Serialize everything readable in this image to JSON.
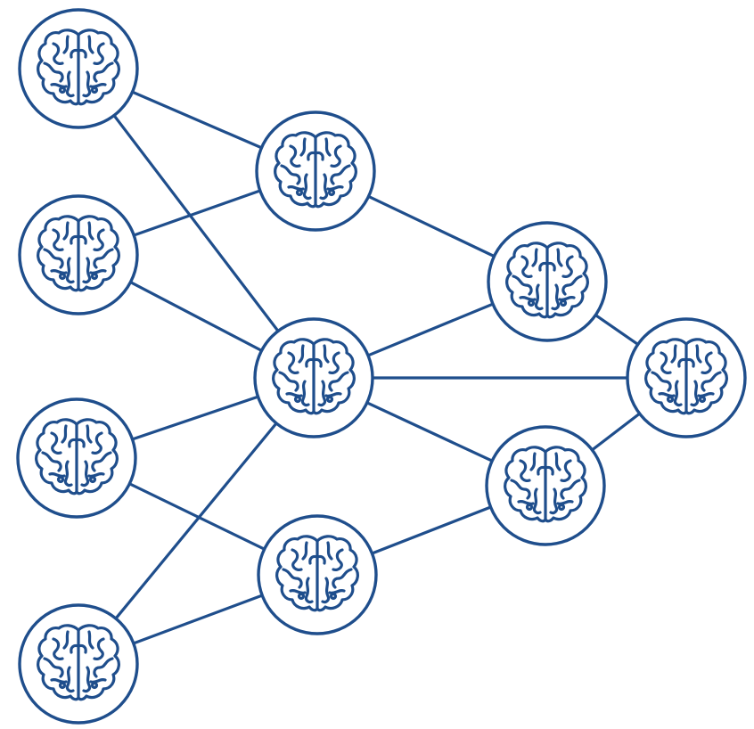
{
  "diagram": {
    "accent_color": "#1f4e8c",
    "background_color": "#ffffff",
    "icon": "brain-icon",
    "nodes": [
      {
        "id": "input-1",
        "layer": 1
      },
      {
        "id": "input-2",
        "layer": 1
      },
      {
        "id": "input-3",
        "layer": 1
      },
      {
        "id": "input-4",
        "layer": 1
      },
      {
        "id": "hidden-1-1",
        "layer": 2
      },
      {
        "id": "hidden-1-2",
        "layer": 2
      },
      {
        "id": "hidden-1-3",
        "layer": 2
      },
      {
        "id": "hidden-2-1",
        "layer": 3
      },
      {
        "id": "hidden-2-2",
        "layer": 3
      },
      {
        "id": "output-1",
        "layer": 4
      }
    ],
    "edges": [
      [
        "input-1",
        "hidden-1-1"
      ],
      [
        "input-1",
        "hidden-1-2"
      ],
      [
        "input-2",
        "hidden-1-1"
      ],
      [
        "input-2",
        "hidden-1-2"
      ],
      [
        "input-3",
        "hidden-1-2"
      ],
      [
        "input-3",
        "hidden-1-3"
      ],
      [
        "input-4",
        "hidden-1-2"
      ],
      [
        "input-4",
        "hidden-1-3"
      ],
      [
        "hidden-1-1",
        "hidden-2-1"
      ],
      [
        "hidden-1-2",
        "hidden-2-1"
      ],
      [
        "hidden-1-2",
        "hidden-2-2"
      ],
      [
        "hidden-1-2",
        "output-1"
      ],
      [
        "hidden-1-3",
        "hidden-2-2"
      ],
      [
        "hidden-2-1",
        "output-1"
      ],
      [
        "hidden-2-2",
        "output-1"
      ]
    ]
  }
}
